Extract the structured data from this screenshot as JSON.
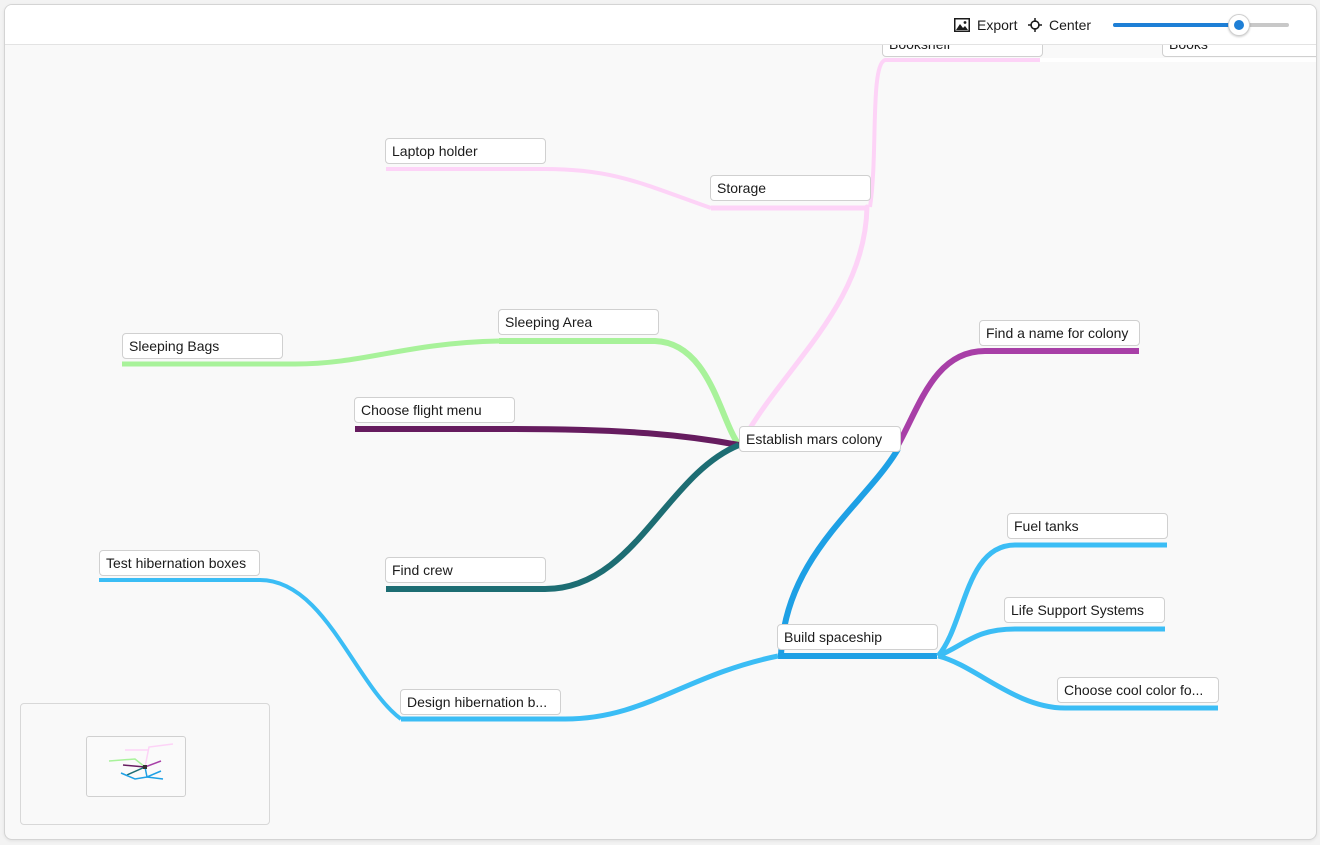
{
  "toolbar": {
    "export_label": "Export",
    "center_label": "Center",
    "zoom_fraction": 0.71
  },
  "colors": {
    "pink": "#fdd3f7",
    "green": "#a8f29a",
    "purple": "#661c5f",
    "teal": "#1d6d73",
    "magenta": "#a83fa7",
    "blue": "#1ea0e5",
    "lightblue": "#3bbdf5"
  },
  "mindmap": {
    "root": "Establish mars colony",
    "nodes": {
      "bookshelf": "Bookshelf",
      "books": "Books",
      "laptop_holder": "Laptop holder",
      "storage": "Storage",
      "sleeping_area": "Sleeping Area",
      "sleeping_bags": "Sleeping Bags",
      "find_name": "Find a name for colony",
      "flight_menu": "Choose flight menu",
      "find_crew": "Find crew",
      "fuel_tanks": "Fuel tanks",
      "life_support": "Life Support Systems",
      "test_hibernation": "Test hibernation boxes",
      "build_spaceship": "Build spaceship",
      "design_hibernation": "Design hibernation b...",
      "cool_color": "Choose cool color fo..."
    }
  }
}
